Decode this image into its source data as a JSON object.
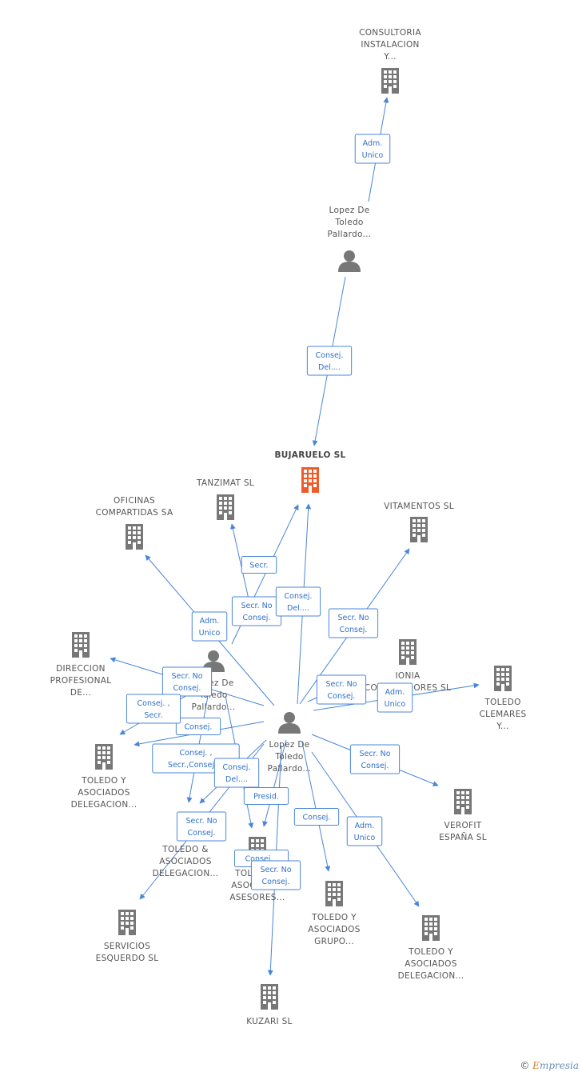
{
  "colors": {
    "edge": "#4a86d8",
    "node": "#777777",
    "highlight": "#f05a28"
  },
  "nodes": [
    {
      "id": "consultoria",
      "kind": "company",
      "label": [
        "CONSULTORIA",
        "INSTALACION",
        "Y..."
      ]
    },
    {
      "id": "person_top",
      "kind": "person",
      "label": [
        "Lopez De",
        "Toledo",
        "Pallardo..."
      ]
    },
    {
      "id": "bujaruelo",
      "kind": "company",
      "highlight": true,
      "label": [
        "BUJARUELO SL"
      ]
    },
    {
      "id": "tanzimat",
      "kind": "company",
      "label": [
        "TANZIMAT SL"
      ]
    },
    {
      "id": "oficinas",
      "kind": "company",
      "label": [
        "OFICINAS",
        "COMPARTIDAS SA"
      ]
    },
    {
      "id": "vitamentos",
      "kind": "company",
      "label": [
        "VITAMENTOS SL"
      ]
    },
    {
      "id": "direccion",
      "kind": "company",
      "label": [
        "DIRECCION",
        "PROFESIONAL",
        "DE..."
      ]
    },
    {
      "id": "person_mid",
      "kind": "person",
      "label": [
        "Lopez De",
        "Toledo",
        "Pallardo..."
      ]
    },
    {
      "id": "ionia",
      "kind": "company",
      "label": [
        "IONIA",
        "CONTENEDORES SL"
      ]
    },
    {
      "id": "toledo_clemares",
      "kind": "company",
      "label": [
        "TOLEDO",
        "CLEMARES",
        "Y..."
      ]
    },
    {
      "id": "person_center",
      "kind": "person",
      "label": [
        "Lopez De",
        "Toledo",
        "Pallardo..."
      ]
    },
    {
      "id": "toledo_asoc_del1",
      "kind": "company",
      "label": [
        "TOLEDO Y",
        "ASOCIADOS",
        "DELEGACION..."
      ]
    },
    {
      "id": "verofit",
      "kind": "company",
      "label": [
        "VEROFIT",
        "ESPAÑA SL"
      ]
    },
    {
      "id": "toledo_amp_del",
      "kind": "company",
      "label": [
        "TOLEDO &",
        "ASOCIADOS",
        "DELEGACION..."
      ]
    },
    {
      "id": "toledo_asesores",
      "kind": "company",
      "label": [
        "TOLEDO Y",
        "ASOCIADOS",
        "ASESORES..."
      ]
    },
    {
      "id": "toledo_grupo",
      "kind": "company",
      "label": [
        "TOLEDO Y",
        "ASOCIADOS",
        "GRUPO..."
      ]
    },
    {
      "id": "toledo_asoc_del2",
      "kind": "company",
      "label": [
        "TOLEDO Y",
        "ASOCIADOS",
        "DELEGACION..."
      ]
    },
    {
      "id": "servicios",
      "kind": "company",
      "label": [
        "SERVICIOS",
        "ESQUERDO SL"
      ]
    },
    {
      "id": "kuzari",
      "kind": "company",
      "label": [
        "KUZARI SL"
      ]
    }
  ],
  "edges": [
    {
      "from": "person_top",
      "to": "consultoria",
      "label": [
        "Adm.",
        "Unico"
      ]
    },
    {
      "from": "person_top",
      "to": "bujaruelo",
      "label": [
        "Consej.",
        "Del...."
      ]
    },
    {
      "from": "person_center",
      "to": "tanzimat",
      "label": [
        "Secr. No",
        "Consej."
      ]
    },
    {
      "from": "person_mid",
      "to": "bujaruelo",
      "label": [
        "Secr."
      ]
    },
    {
      "from": "person_center",
      "to": "bujaruelo",
      "label": [
        "Consej.",
        "Del...."
      ]
    },
    {
      "from": "person_center",
      "to": "oficinas",
      "label": [
        "Adm.",
        "Unico"
      ]
    },
    {
      "from": "person_center",
      "to": "vitamentos",
      "label": [
        "Secr. No",
        "Consej."
      ]
    },
    {
      "from": "person_center",
      "to": "direccion",
      "label": [
        "Secr. No",
        "Consej."
      ]
    },
    {
      "from": "person_center",
      "to": "ionia",
      "label": [
        "Secr. No",
        "Consej."
      ]
    },
    {
      "from": "person_center",
      "to": "toledo_clemares",
      "label": [
        "Adm.",
        "Unico"
      ]
    },
    {
      "from": "person_center",
      "to": "toledo_asoc_del1",
      "label": [
        "Consej."
      ]
    },
    {
      "from": "person_mid",
      "to": "toledo_asoc_del1",
      "label": [
        "Consej. ,",
        "Secr."
      ]
    },
    {
      "from": "person_center",
      "to": "verofit",
      "label": [
        "Secr. No",
        "Consej."
      ]
    },
    {
      "from": "person_center",
      "to": "toledo_amp_del",
      "label": [
        "Consej. ,",
        "Secr.,Consej...."
      ]
    },
    {
      "from": "person_mid",
      "to": "toledo_amp_del",
      "label": [
        "Consej.",
        "Del...."
      ]
    },
    {
      "from": "person_center",
      "to": "toledo_asesores",
      "label": [
        "Presid."
      ]
    },
    {
      "from": "person_mid",
      "to": "toledo_asesores",
      "label": [
        "Consej. ,"
      ]
    },
    {
      "from": "person_center",
      "to": "toledo_grupo",
      "label": [
        "Consej."
      ]
    },
    {
      "from": "person_center",
      "to": "toledo_asoc_del2",
      "label": [
        "Adm.",
        "Unico"
      ]
    },
    {
      "from": "person_center",
      "to": "servicios",
      "label": [
        "Secr. No",
        "Consej."
      ]
    },
    {
      "from": "person_center",
      "to": "kuzari",
      "label": [
        "Secr. No",
        "Consej."
      ]
    }
  ],
  "footer": {
    "copyright": "©",
    "brand_first": "E",
    "brand_rest": "mpresia"
  }
}
